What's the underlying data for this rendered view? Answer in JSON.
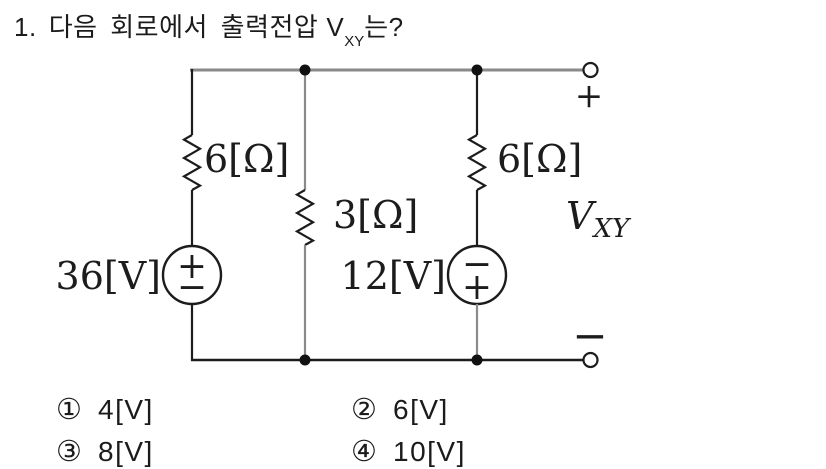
{
  "question": {
    "number": "1.",
    "text_before_v": "다음 회로에서 출력전압",
    "v_symbol": "V",
    "v_subscript": "XY",
    "text_after_v": "는?"
  },
  "circuit": {
    "resistor_left_label": "6[Ω]",
    "resistor_middle_label": "3[Ω]",
    "resistor_right_label": "6[Ω]",
    "source_left_label": "36[V]",
    "source_left_polarity_top": "+",
    "source_left_polarity_bottom": "−",
    "source_right_label": "12[V]",
    "source_right_polarity_top": "−",
    "source_right_polarity_bottom": "+",
    "output_plus": "+",
    "output_minus": "−",
    "output_v_symbol": "V",
    "output_v_subscript": "XY",
    "colors": {
      "wire_gray": "#8a8a8a",
      "wire_black": "#1c1c1c"
    }
  },
  "options": [
    {
      "num": "①",
      "text": "4[V]"
    },
    {
      "num": "②",
      "text": "6[V]"
    },
    {
      "num": "③",
      "text": "8[V]"
    },
    {
      "num": "④",
      "text": "10[V]"
    }
  ]
}
